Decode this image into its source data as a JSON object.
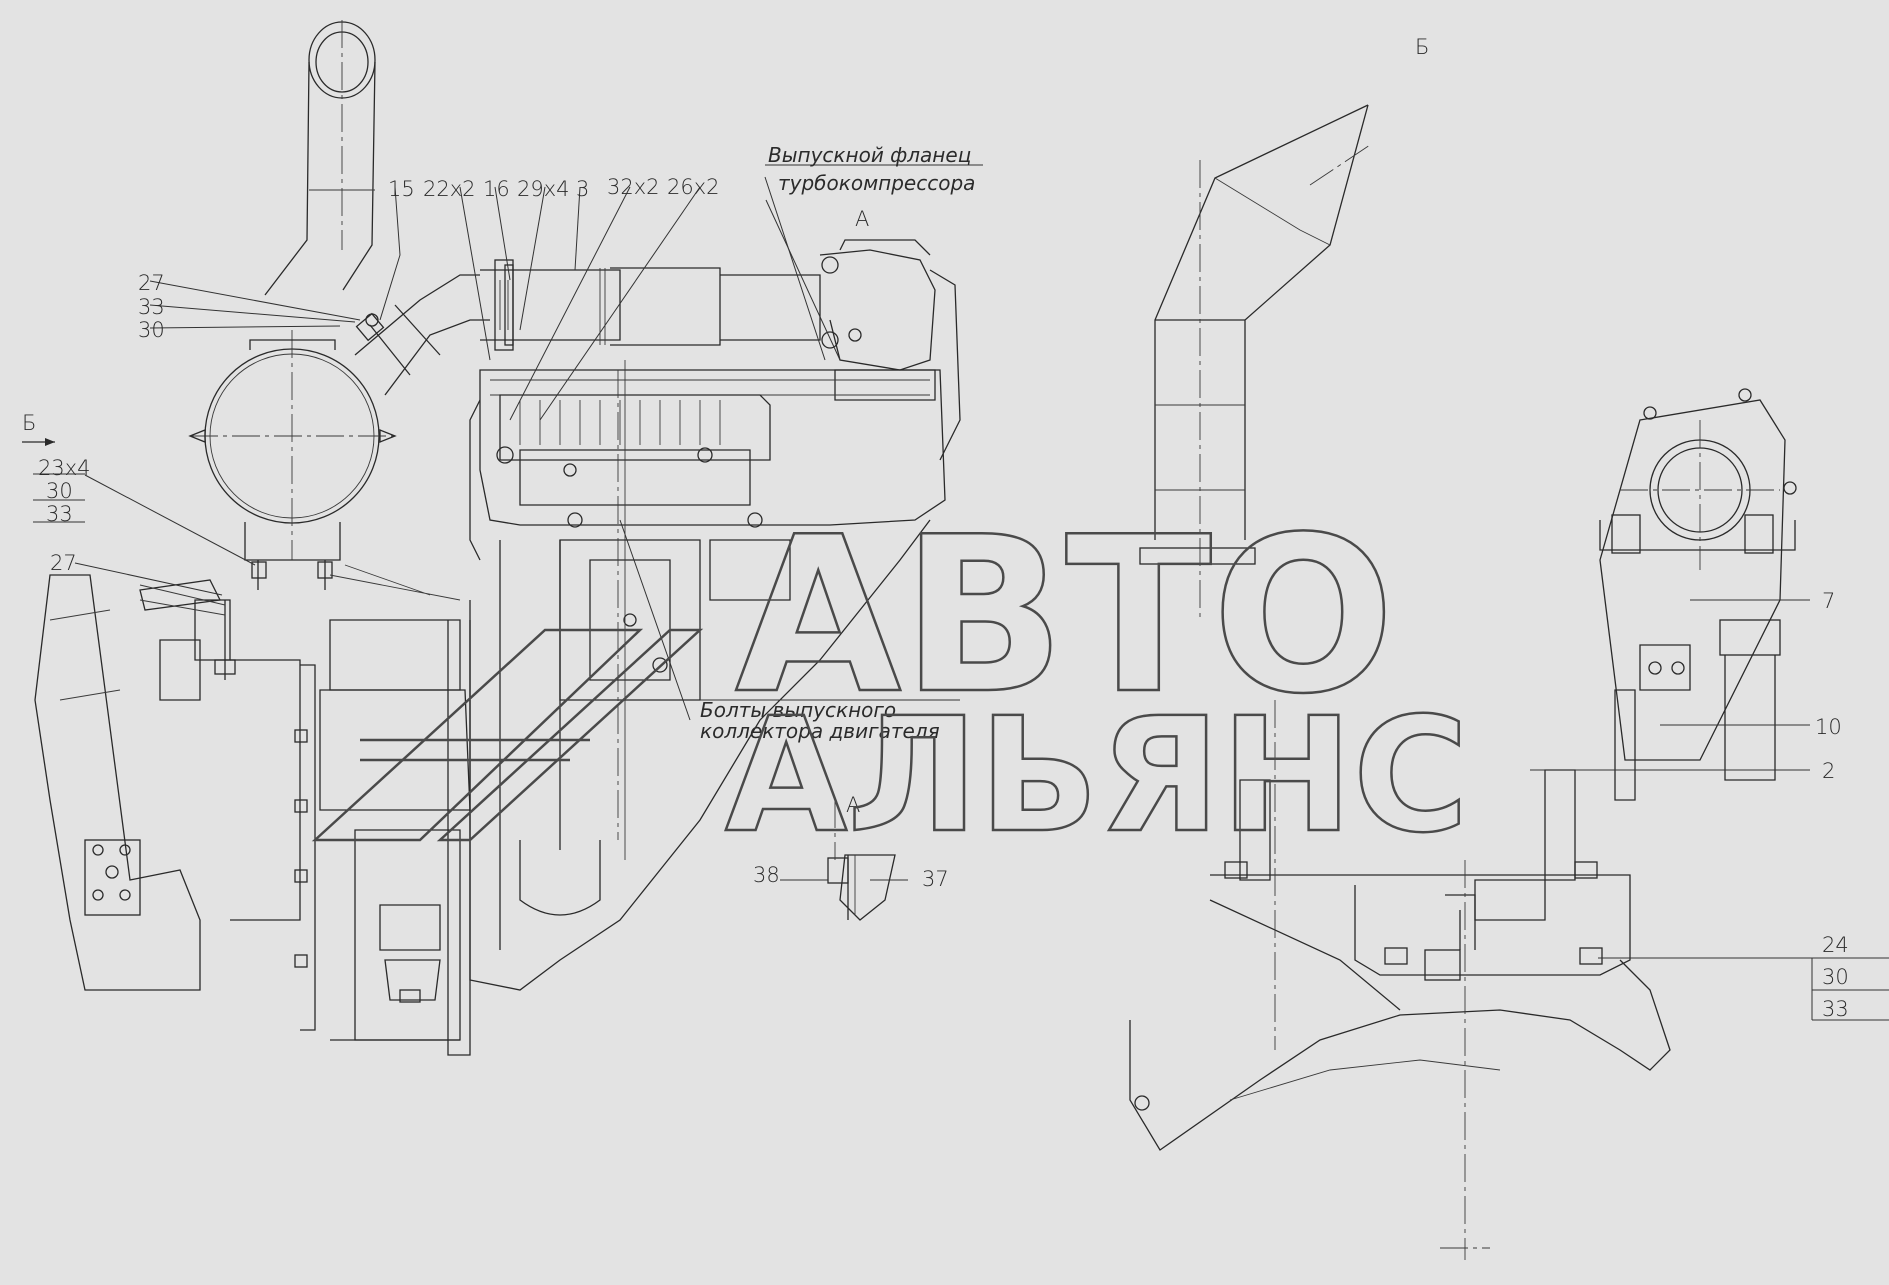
{
  "view_label": "Б",
  "arrow_label": "Б",
  "section_label_top": "А",
  "section_label_bottom": "А",
  "notes": {
    "flange_line1": "Выпускной фланец",
    "flange_line2": "турбокомпрессора",
    "bolts_line1": "Болты выпускного",
    "bolts_line2": "коллектора двигателя"
  },
  "callouts_left": {
    "p15": "15",
    "p22": "22x2",
    "p16": "16",
    "p29": "29x4",
    "p3": "3",
    "p32": "32x2",
    "p26": "26x2",
    "p27a": "27",
    "p33a": "33",
    "p30a": "30",
    "p23": "23x4",
    "p30b": "30",
    "p33b": "33",
    "p27b": "27",
    "p38": "38",
    "p37": "37"
  },
  "callouts_right": {
    "p7": "7",
    "p10": "10",
    "p2": "2",
    "p24": "24",
    "p30": "30",
    "p33": "33"
  },
  "watermark": {
    "line1": "АВТО",
    "line2": "АЛЬЯНС"
  }
}
